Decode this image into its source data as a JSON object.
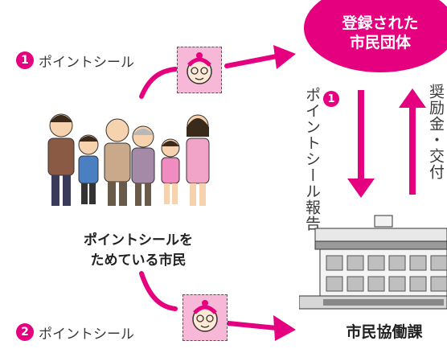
{
  "step1": {
    "number": "1",
    "label": "ポイントシール"
  },
  "step2": {
    "number": "2",
    "label": "ポイントシール"
  },
  "group_badge": {
    "line1": "登録された",
    "line2": "市民団体"
  },
  "report": {
    "number": "1",
    "text": "ポイントシール報告"
  },
  "grant": {
    "text": "奨励金・交付"
  },
  "citizens_caption": {
    "line1": "ポイントシールを",
    "line2": "ためている市民"
  },
  "office_label": "市民協働課",
  "colors": {
    "accent": "#e4007f",
    "stamp": "#f7b8d8"
  }
}
